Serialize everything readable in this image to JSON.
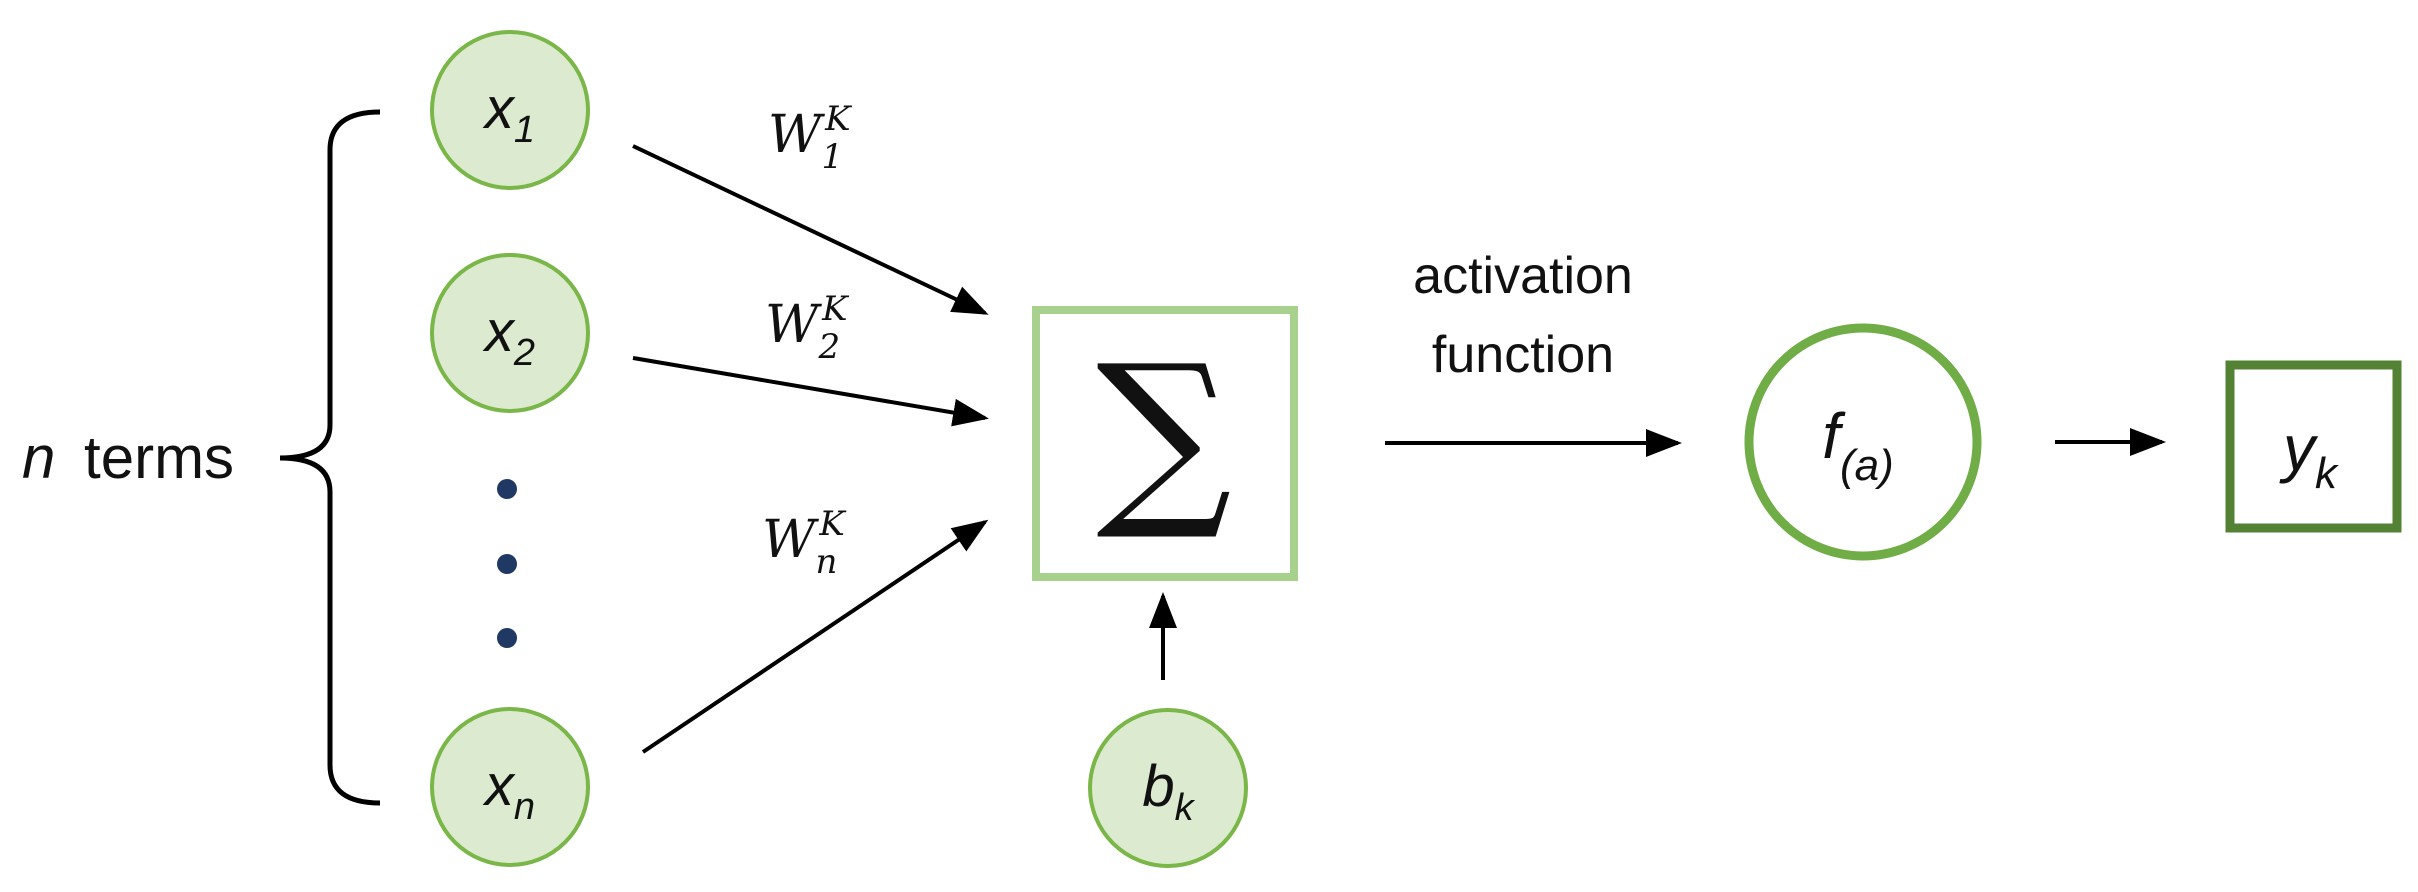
{
  "colors": {
    "node_fill": "#dcebd0",
    "node_stroke": "#7ab648",
    "sum_stroke": "#a9d18e",
    "activation_stroke": "#70ad47",
    "output_stroke": "#548235",
    "arrow": "#000000",
    "dot": "#1f3864"
  },
  "inputs": {
    "brace_label": {
      "var": "n",
      "rest": "terms"
    },
    "nodes": [
      {
        "base": "x",
        "sub": "1"
      },
      {
        "base": "x",
        "sub": "2"
      },
      {
        "base": "x",
        "sub": "n"
      }
    ],
    "ellipsis_icon": "vertical-dots"
  },
  "weights": [
    {
      "base": "W",
      "sub": "1",
      "sup": "K"
    },
    {
      "base": "W",
      "sub": "2",
      "sup": "K"
    },
    {
      "base": "W",
      "sub": "n",
      "sup": "K"
    }
  ],
  "summation": {
    "symbol": "∑"
  },
  "bias": {
    "base": "b",
    "sub": "k"
  },
  "activation": {
    "label_line1": "activation",
    "label_line2": "function",
    "node": {
      "base": "f",
      "sub": "(a)"
    }
  },
  "output": {
    "base": "y",
    "sub": "k"
  }
}
